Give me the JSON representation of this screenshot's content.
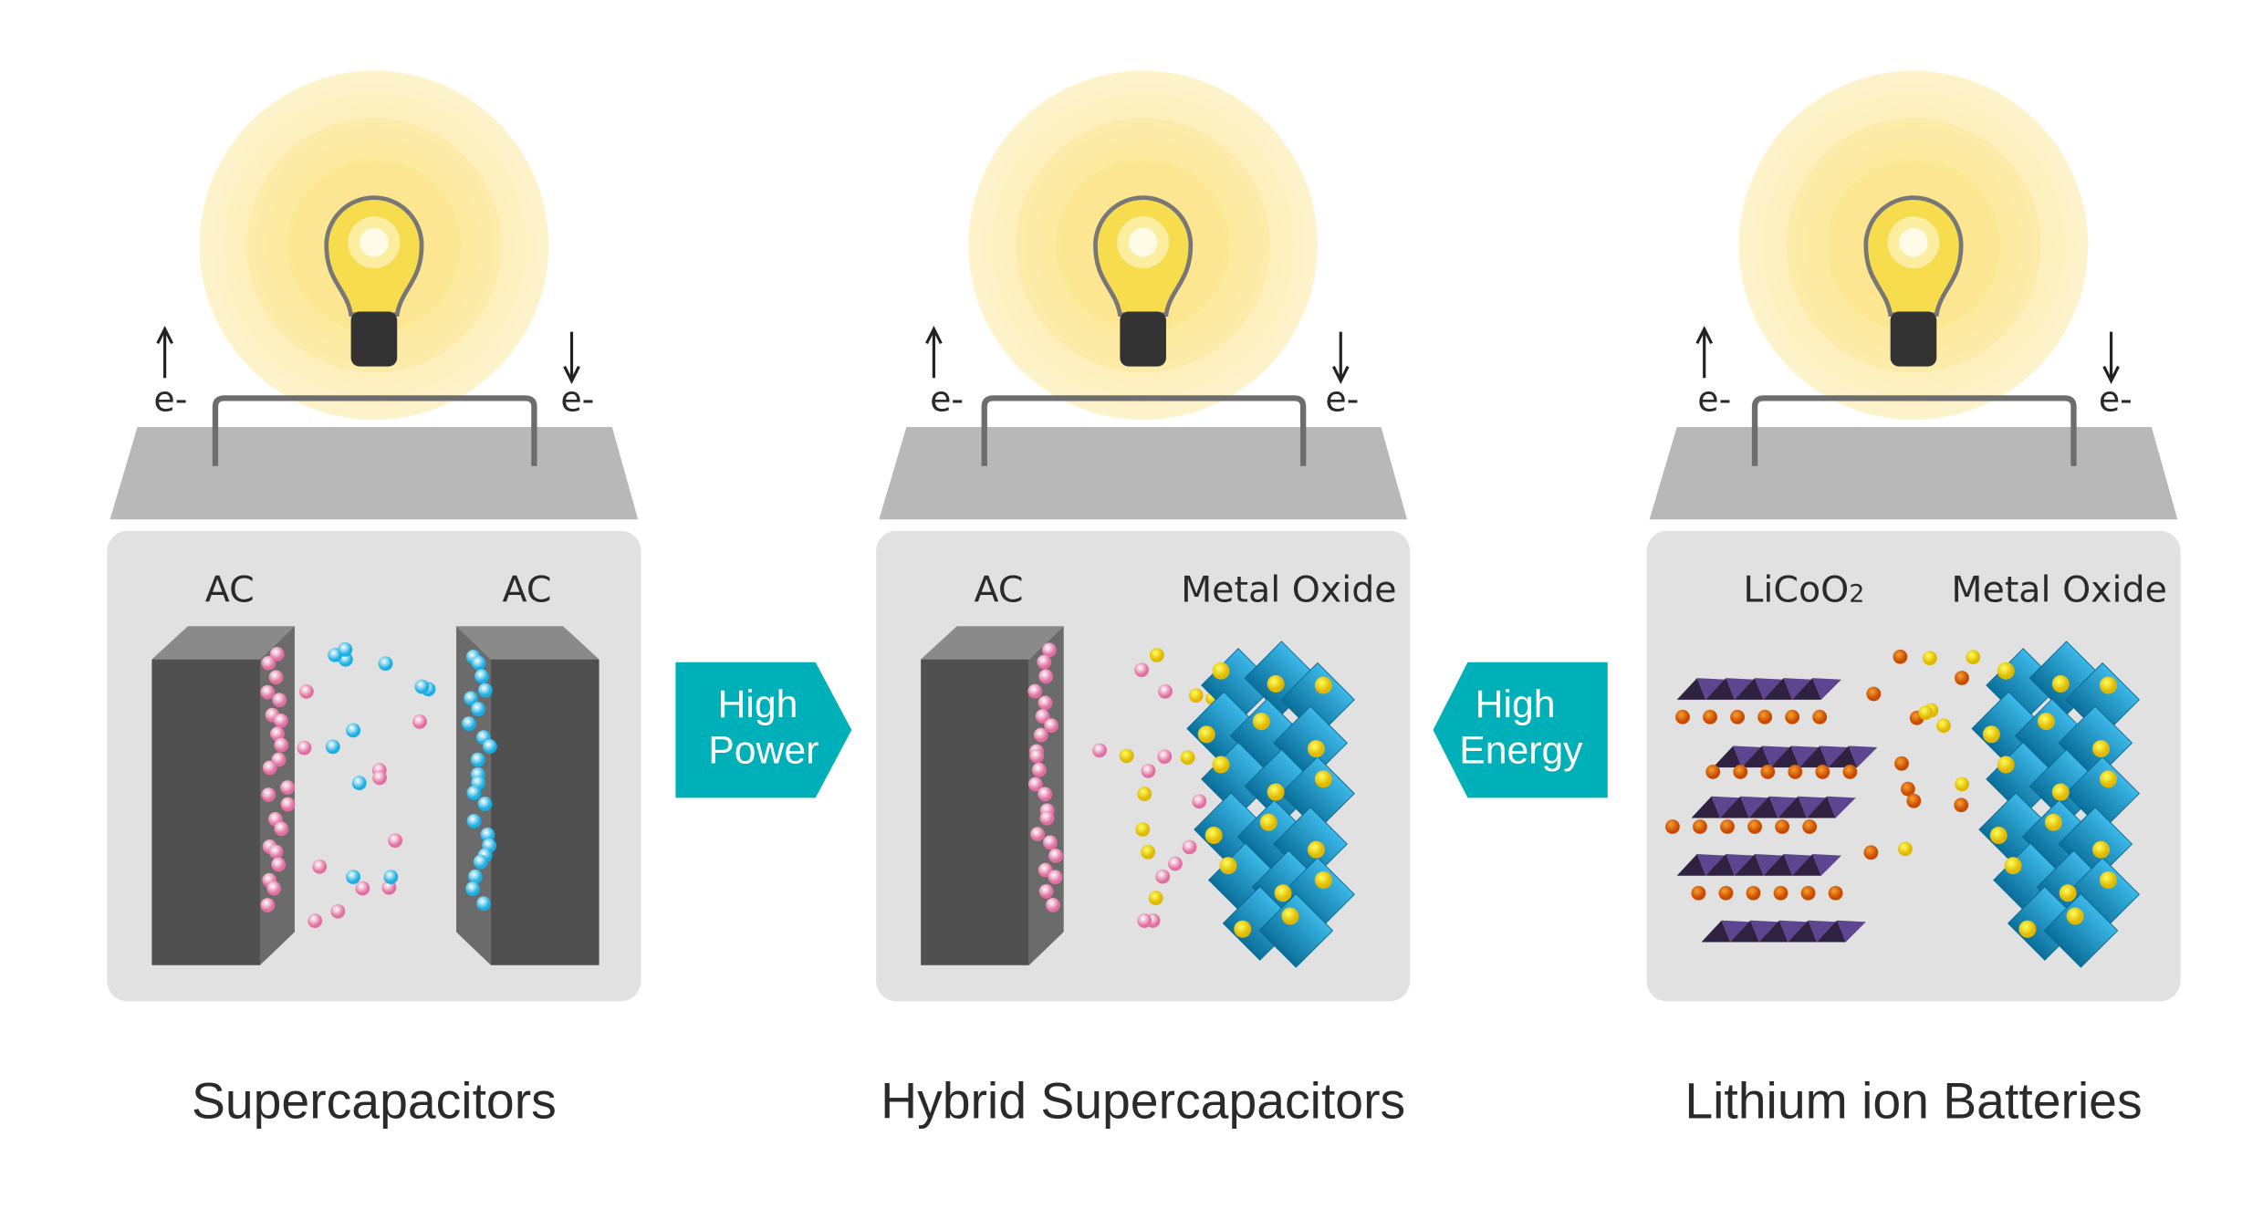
{
  "panels": [
    {
      "id": "supercapacitor",
      "caption": "Supercapacitors",
      "left_label": "AC",
      "right_label": "AC",
      "electron_left": "e-",
      "electron_right": "e-"
    },
    {
      "id": "hybrid",
      "caption": "Hybrid Supercapacitors",
      "left_label": "AC",
      "right_label": "Metal Oxide",
      "electron_left": "e-",
      "electron_right": "e-"
    },
    {
      "id": "battery",
      "caption": "Lithium ion Batteries",
      "left_label_base": "LiCoO",
      "left_label_sub": "2",
      "right_label": "Metal Oxide",
      "electron_left": "e-",
      "electron_right": "e-"
    }
  ],
  "arrows": [
    {
      "line1": "High",
      "line2": "Power",
      "direction": "right"
    },
    {
      "line1": "High",
      "line2": "Energy",
      "direction": "left"
    }
  ],
  "colors": {
    "teal": "#00b0b9",
    "panel": "#e1e1e1",
    "lid": "#b8b8b8",
    "electrode": "#505050",
    "pink": "#e47aa8",
    "cyan": "#2cb6e6",
    "yellow": "#f2d000",
    "orange": "#e06a10",
    "purple": "#5a3f86",
    "crystal": "#1a8fc0"
  }
}
